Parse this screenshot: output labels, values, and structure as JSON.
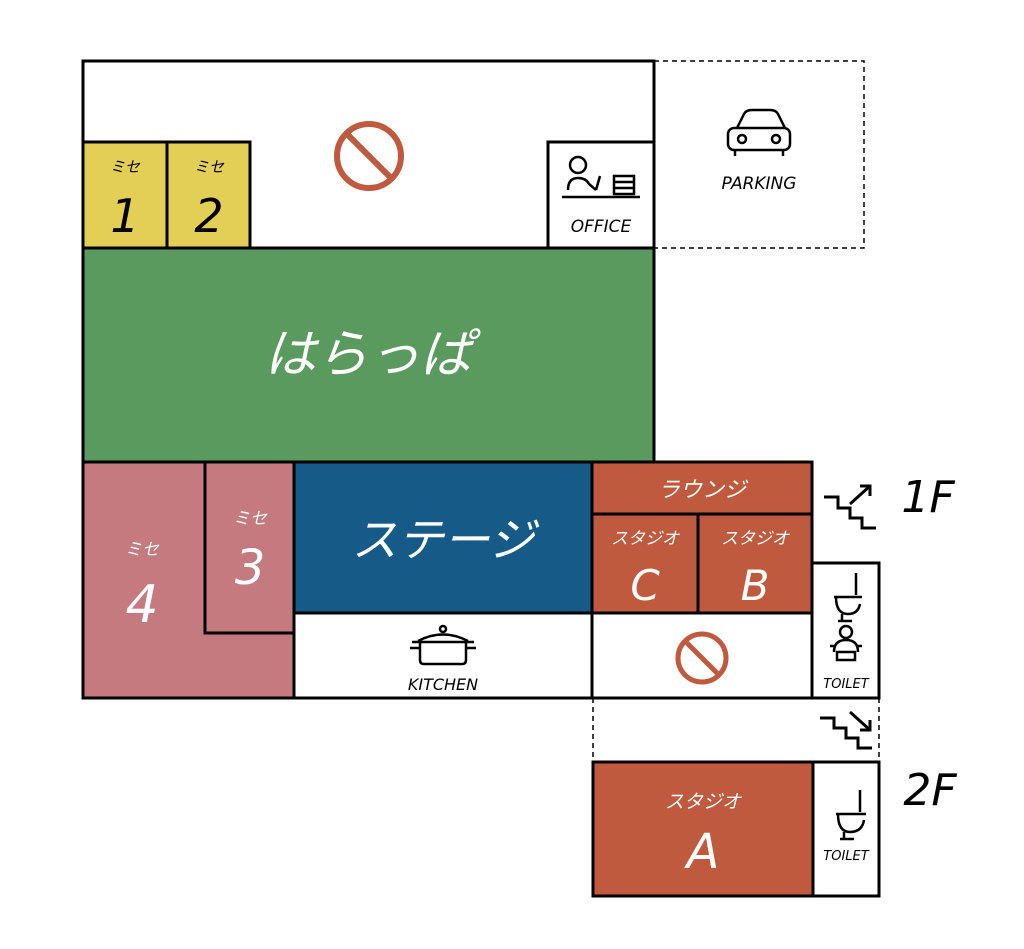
{
  "colors": {
    "yellow": "#e3cf55",
    "green": "#5a9a5e",
    "pink": "#c57a80",
    "blue": "#165a87",
    "red": "#bf5a3e",
    "black": "#000000",
    "white": "#ffffff"
  },
  "rooms": {
    "mise1": {
      "label": "ミセ",
      "num": "1"
    },
    "mise2": {
      "label": "ミセ",
      "num": "2"
    },
    "mise3": {
      "label": "ミセ",
      "num": "3"
    },
    "mise4": {
      "label": "ミセ",
      "num": "4"
    },
    "office": {
      "label": "OFFICE",
      "icon": "office-desk-icon"
    },
    "parking": {
      "label": "PARKING",
      "icon": "car-icon"
    },
    "harappa": {
      "label": "はらっぱ"
    },
    "stage": {
      "label": "ステージ"
    },
    "lounge": {
      "label": "ラウンジ"
    },
    "studio_c": {
      "label": "スタジオ",
      "letter": "C"
    },
    "studio_b": {
      "label": "スタジオ",
      "letter": "B"
    },
    "studio_a": {
      "label": "スタジオ",
      "letter": "A"
    },
    "kitchen": {
      "label": "KITCHEN",
      "icon": "pot-icon"
    },
    "toilet_1f": {
      "label": "TOILET",
      "icons": [
        "toilet-icon",
        "baby-icon"
      ]
    },
    "toilet_2f": {
      "label": "TOILET",
      "icon": "toilet-icon"
    }
  },
  "floors": {
    "first": "1F",
    "second": "2F"
  },
  "icons": {
    "no_entry_top": "no-entry-icon",
    "no_entry_bottom": "no-entry-icon",
    "stairs_up": "stairs-up-icon",
    "stairs_down": "stairs-down-icon"
  }
}
